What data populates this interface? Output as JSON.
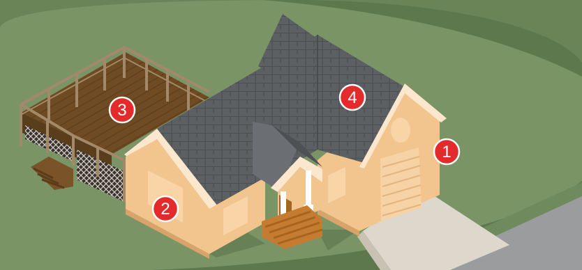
{
  "markers": [
    {
      "id": "1",
      "label": "1"
    },
    {
      "id": "2",
      "label": "2"
    },
    {
      "id": "3",
      "label": "3"
    },
    {
      "id": "4",
      "label": "4"
    }
  ],
  "colors": {
    "ground_dark": "#5f7a4f",
    "ground_light": "#7b9566",
    "road": "#9ea0a2",
    "driveway": "#ddd7cb",
    "wall": "#f4c690",
    "wall_shadow": "#e9b47a",
    "trim": "#fbe8cf",
    "roof": "#5d6063",
    "roof_lines": "#4a4d50",
    "deck": "#6b4a22",
    "deck_light": "#7a5a30",
    "porch": "#c27a2e",
    "marker": "#e42b2b"
  }
}
